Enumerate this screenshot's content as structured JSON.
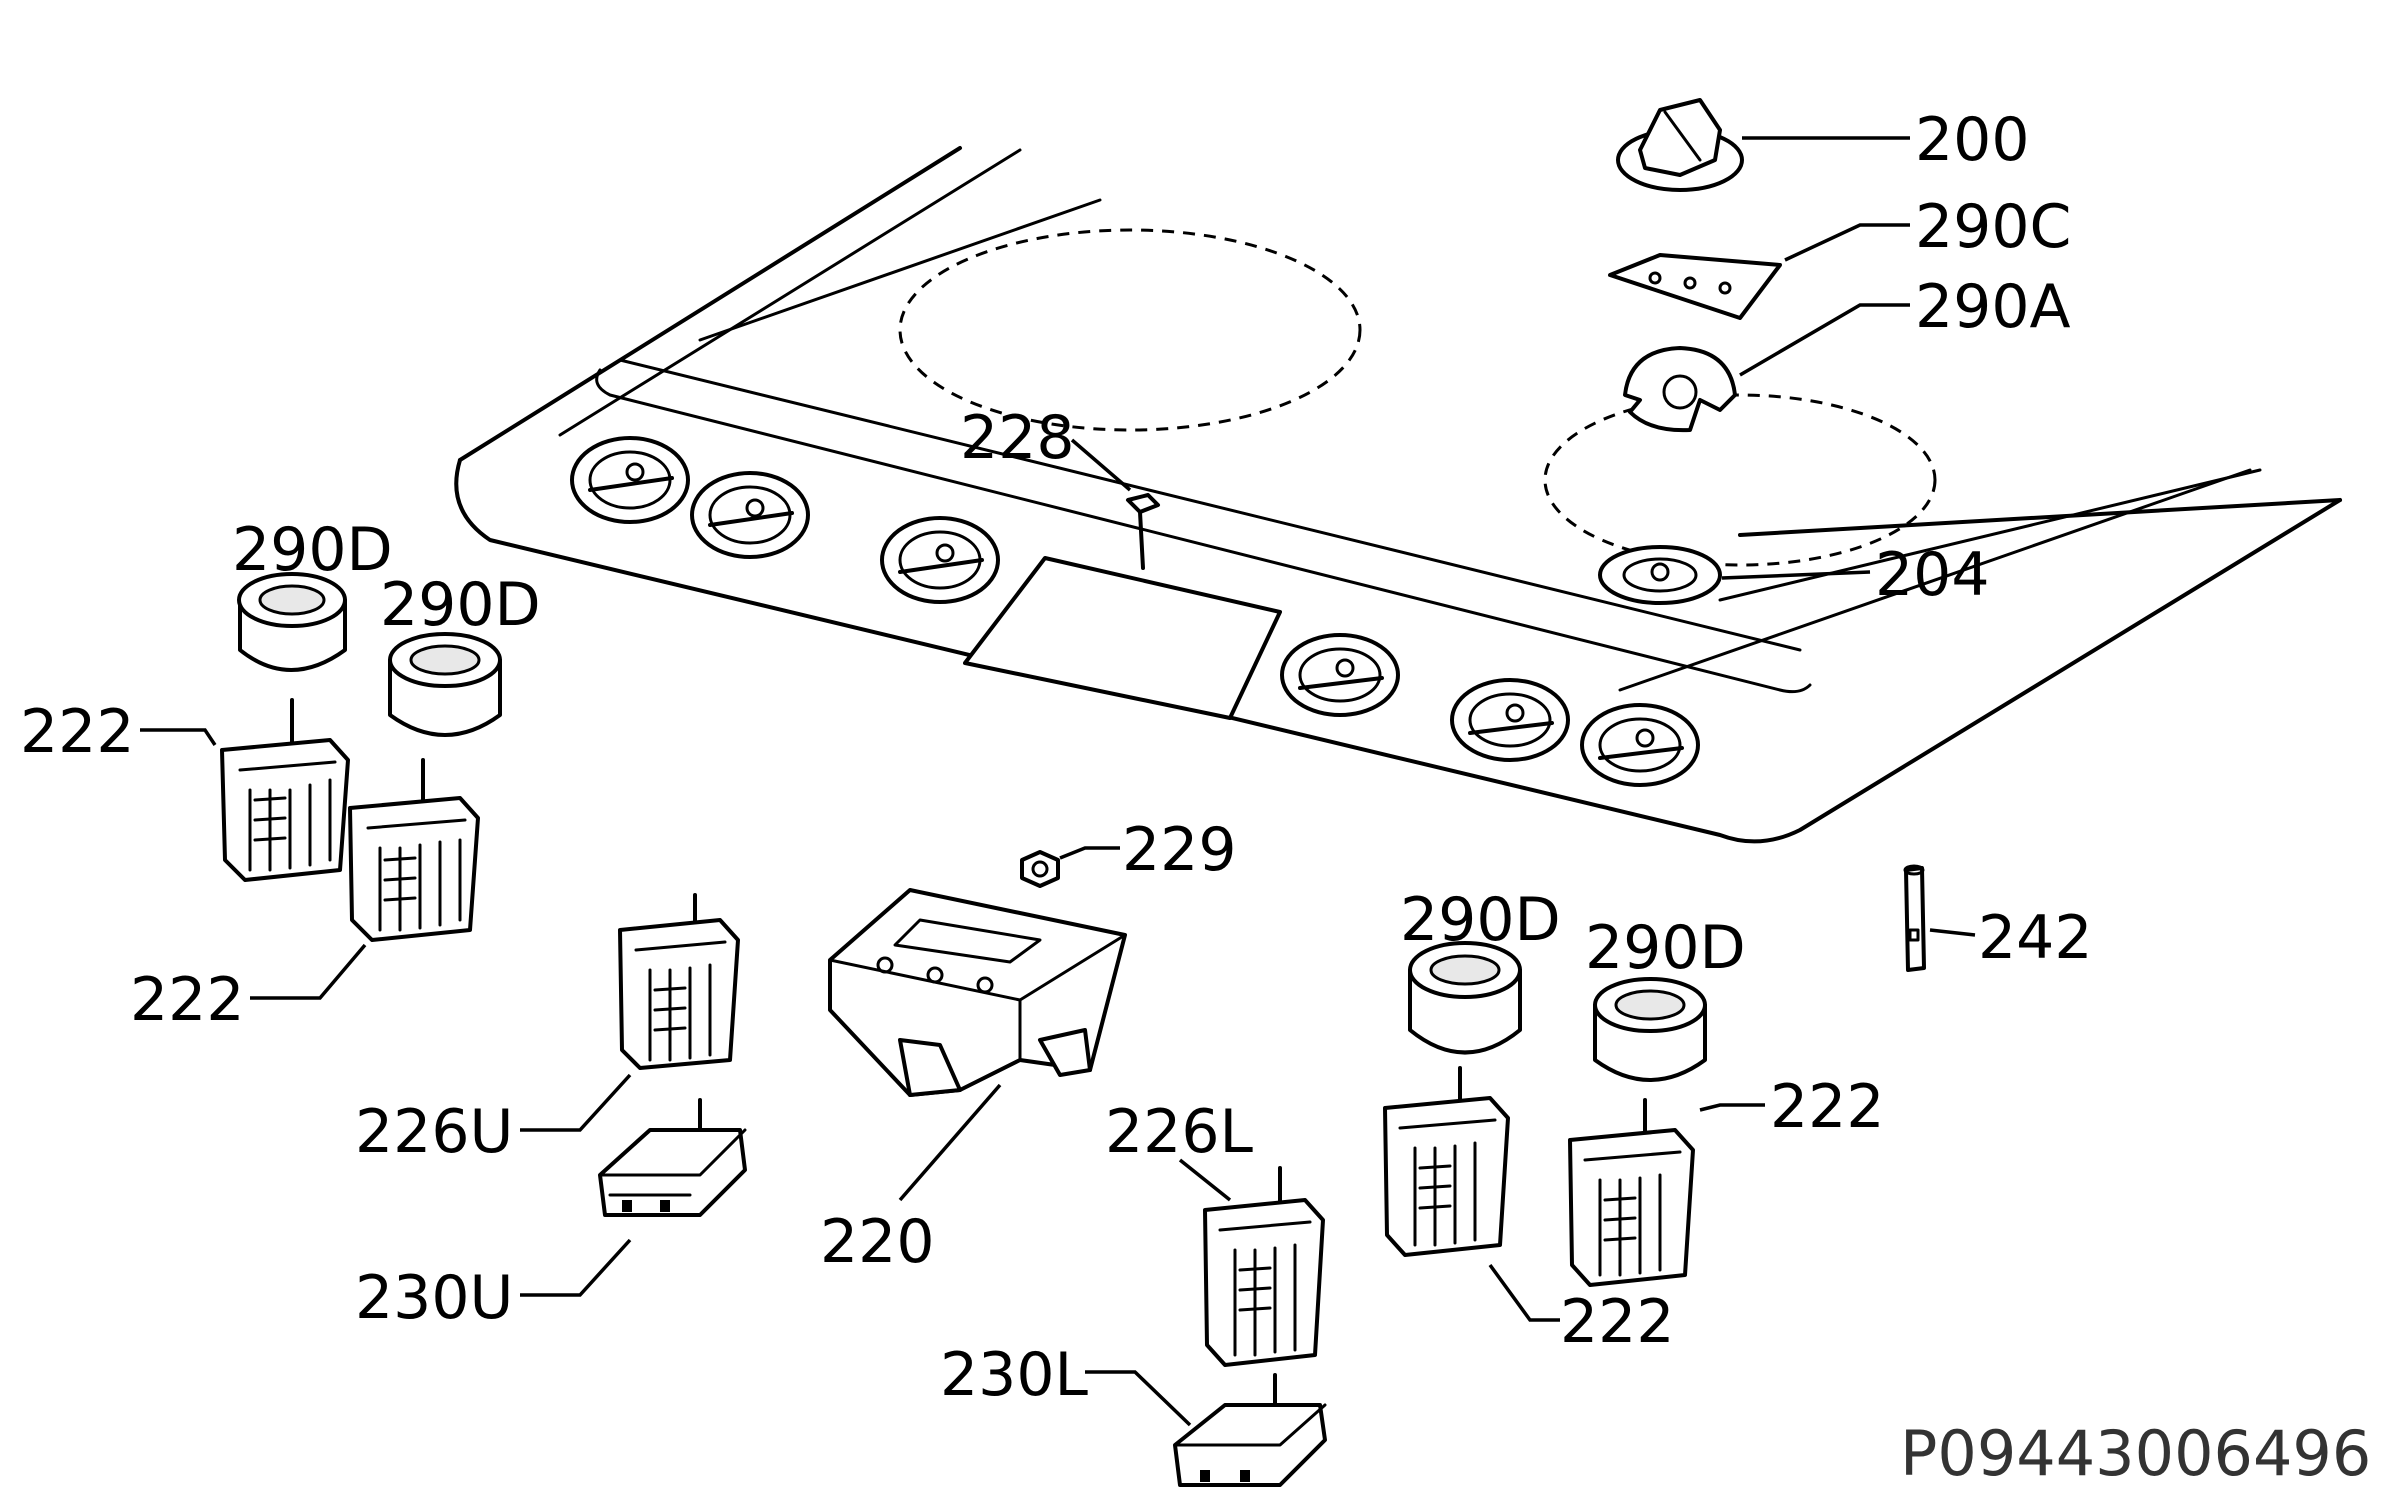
{
  "callouts": {
    "c200": "200",
    "c290c": "290C",
    "c290a": "290A",
    "c228": "228",
    "c204": "204",
    "c290d_1": "290D",
    "c290d_2": "290D",
    "c222_1": "222",
    "c222_2": "222",
    "c229": "229",
    "c242": "242",
    "c290d_3": "290D",
    "c290d_4": "290D",
    "c222_3": "222",
    "c226u": "226U",
    "c226l": "226L",
    "c220": "220",
    "c230u": "230U",
    "c230l": "230L",
    "c222_4": "222"
  },
  "drawing_code": "P09443006496"
}
